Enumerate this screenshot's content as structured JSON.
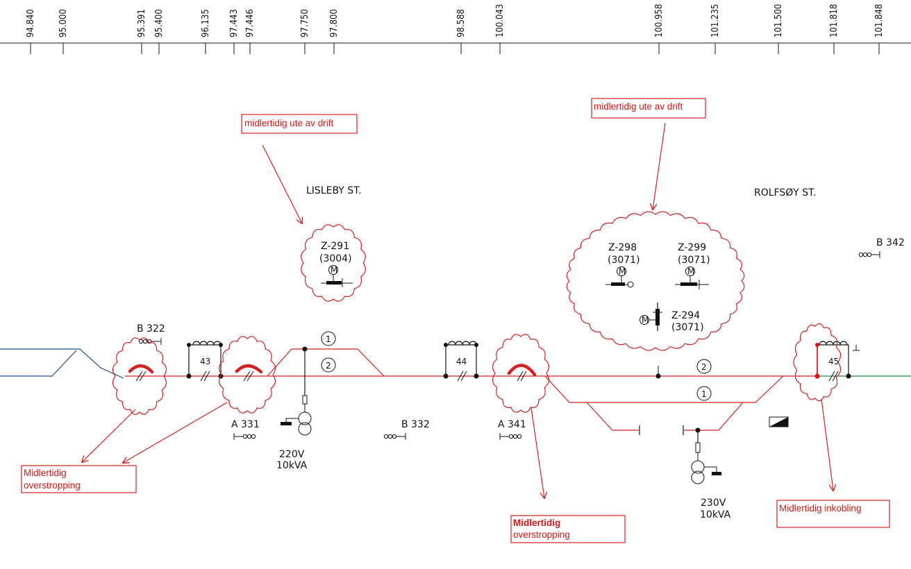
{
  "colors": {
    "annotation": "#d42020",
    "track_blue": "#1f4e8c",
    "track_green": "#1a8a3a",
    "ink": "#111111"
  },
  "km_markers": [
    "94.840",
    "95.000",
    "95.391",
    "95.400",
    "96.135",
    "97.443",
    "97.446",
    "97.750",
    "97.800",
    "98.588",
    "100.043",
    "100.958",
    "101.235",
    "101.500",
    "101.818",
    "101.848"
  ],
  "stations": {
    "lisleby": "LISLEBY ST.",
    "rolfsoy": "ROLFSØY ST."
  },
  "switches": {
    "z291_id": "Z-291",
    "z291_code": "(3004)",
    "z298_id": "Z-298",
    "z298_code": "(3071)",
    "z299_id": "Z-299",
    "z299_code": "(3071)",
    "z294_id": "Z-294",
    "z294_code": "(3071)",
    "motor_symbol": "M"
  },
  "signals": {
    "b322": "B 322",
    "a331": "A 331",
    "b332": "B 332",
    "a341": "A 341",
    "b342": "B 342"
  },
  "sections": {
    "s43": "43",
    "s44": "44",
    "s45": "45"
  },
  "track_numbers": {
    "lisleby_1": "1",
    "lisleby_2": "2",
    "rolfsoy_2": "2",
    "rolfsoy_1": "1"
  },
  "transformers": {
    "t1_voltage": "220V",
    "t1_power": "10kVA",
    "t2_voltage": "230V",
    "t2_power": "10kVA"
  },
  "notes": {
    "out_of_service_1": "midlertidig ute av drift",
    "out_of_service_2": "midlertidig ute av drift",
    "strapping_1_line1": "Midlertidig",
    "strapping_1_line2": "overstropping",
    "strapping_2_line1": "Midlertidig",
    "strapping_2_line2": "overstropping",
    "connection": "Midlertidig inkobling"
  }
}
